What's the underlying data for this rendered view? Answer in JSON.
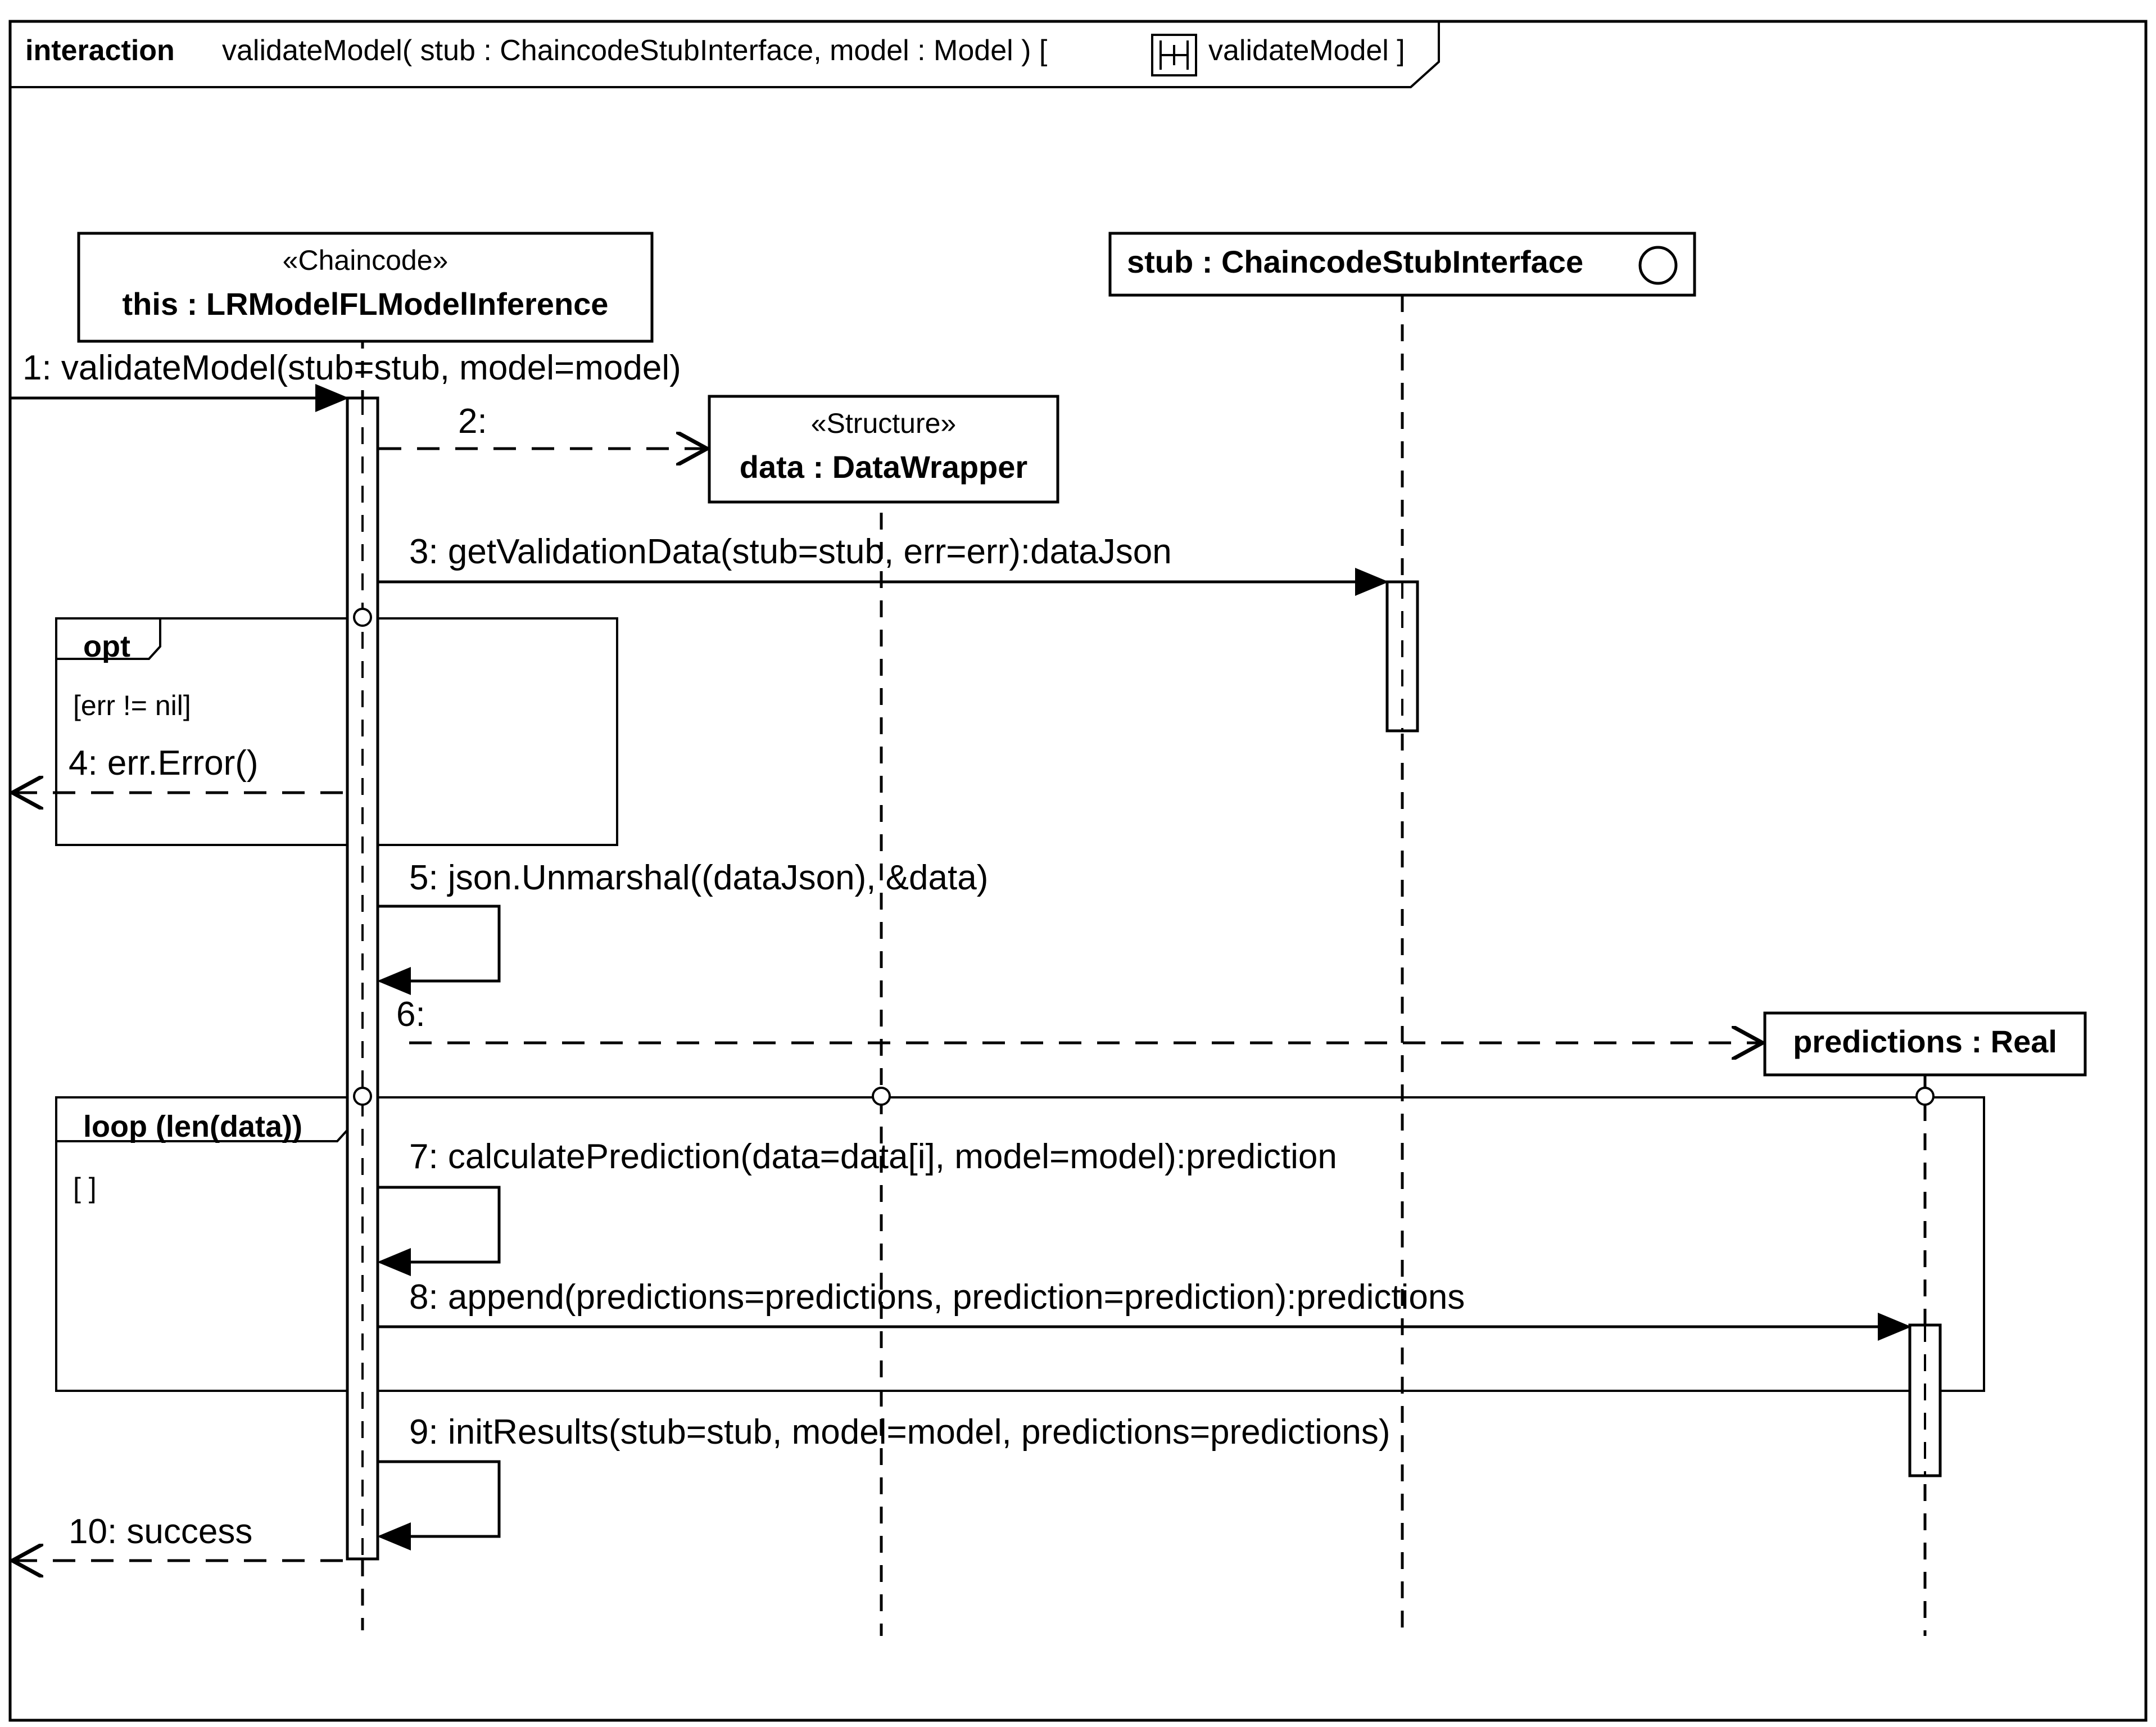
{
  "frame": {
    "keyword": "interaction",
    "signature": "validateModel( stub : ChaincodeStubInterface, model : Model ) [",
    "ref_label": "validateModel ]"
  },
  "lifelines": [
    {
      "stereotype": "«Chaincode»",
      "name": "this : LRModelFLModelInference"
    },
    {
      "stereotype": "«Structure»",
      "name": "data : DataWrapper"
    },
    {
      "stereotype": "",
      "name": "stub : ChaincodeStubInterface"
    },
    {
      "stereotype": "",
      "name": "predictions : Real"
    }
  ],
  "fragments": {
    "opt": {
      "operator": "opt",
      "guard": "[err != nil]"
    },
    "loop": {
      "operator": "loop (len(data))",
      "guard": "[ ]"
    }
  },
  "messages": [
    {
      "label": "1:  validateModel(stub=stub, model=model)",
      "kind": "sync"
    },
    {
      "label": "2:",
      "kind": "create"
    },
    {
      "label": "3:  getValidationData(stub=stub, err=err):dataJson",
      "kind": "sync"
    },
    {
      "label": "4:  err.Error()",
      "kind": "reply"
    },
    {
      "label": "5:  json.Unmarshal((dataJson), &data)",
      "kind": "self"
    },
    {
      "label": "6:",
      "kind": "create"
    },
    {
      "label": "7:  calculatePrediction(data=data[i], model=model):prediction",
      "kind": "self"
    },
    {
      "label": "8:  append(predictions=predictions, prediction=prediction):predictions",
      "kind": "sync"
    },
    {
      "label": "9:  initResults(stub=stub, model=model, predictions=predictions)",
      "kind": "self"
    },
    {
      "label": "10:  success",
      "kind": "reply"
    }
  ]
}
